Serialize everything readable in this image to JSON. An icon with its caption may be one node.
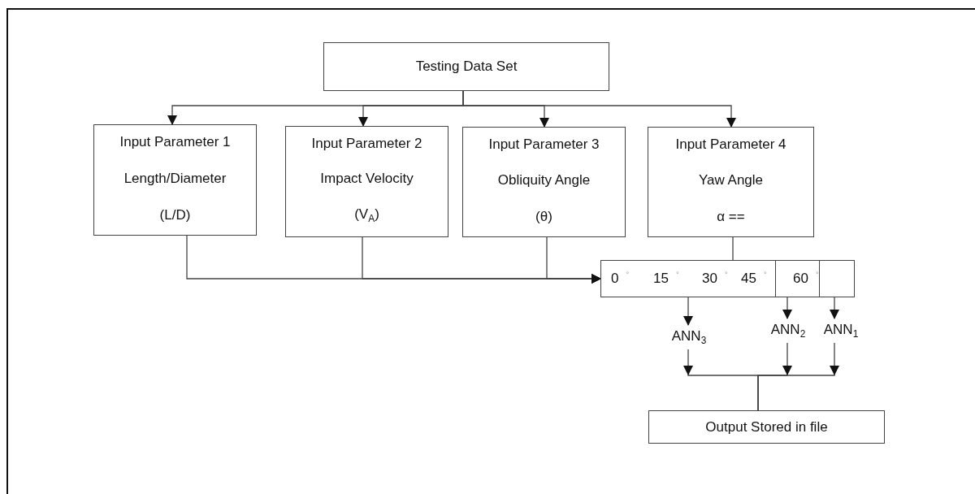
{
  "diagram": {
    "nodes": [
      {
        "text": [
          "Testing Data Set"
        ]
      },
      {
        "text": [
          "Input Parameter 1",
          "Length/Diameter",
          "(L/D)"
        ]
      },
      {
        "text": [
          "Input Parameter 2",
          "Impact Velocity",
          "(V$_{A}$)"
        ]
      },
      {
        "text": [
          "Input Parameter 3",
          "Obliquity Angle",
          "(θ)"
        ]
      },
      {
        "text": [
          "Input Parameter 4",
          "Yaw Angle",
          "α =="
        ]
      },
      {
        "text": [
          "0$^{°}$",
          "15$^{°}$",
          "30$^{°}$",
          "45$^{°}$",
          "60$^{°}$"
        ]
      },
      {
        "text": [
          "ANN$_{3}$"
        ]
      },
      {
        "text": [
          "ANN$_{2}$"
        ]
      },
      {
        "text": [
          "ANN$_{1}$"
        ]
      },
      {
        "text": [
          "Output Stored in file"
        ]
      }
    ],
    "edges": [
      {
        "from": 0,
        "to": 1,
        "arrow": "to"
      },
      {
        "from": 0,
        "to": 2,
        "arrow": "to"
      },
      {
        "from": 0,
        "to": 3,
        "arrow": "to"
      },
      {
        "from": 0,
        "to": 4,
        "arrow": "to"
      },
      {
        "from": 1,
        "to": 5,
        "arrow": "to"
      },
      {
        "from": 2,
        "to": 5,
        "arrow": "to"
      },
      {
        "from": 3,
        "to": 5,
        "arrow": "to"
      },
      {
        "from": 4,
        "to": 5,
        "arrow": "none"
      },
      {
        "from": 5,
        "to": 6,
        "arrow": "to"
      },
      {
        "from": 5,
        "to": 7,
        "arrow": "to"
      },
      {
        "from": 5,
        "to": 8,
        "arrow": "to"
      },
      {
        "from": 6,
        "to": 9,
        "arrow": "to"
      },
      {
        "from": 7,
        "to": 9,
        "arrow": "to"
      },
      {
        "from": 8,
        "to": 9,
        "arrow": "to"
      }
    ]
  }
}
